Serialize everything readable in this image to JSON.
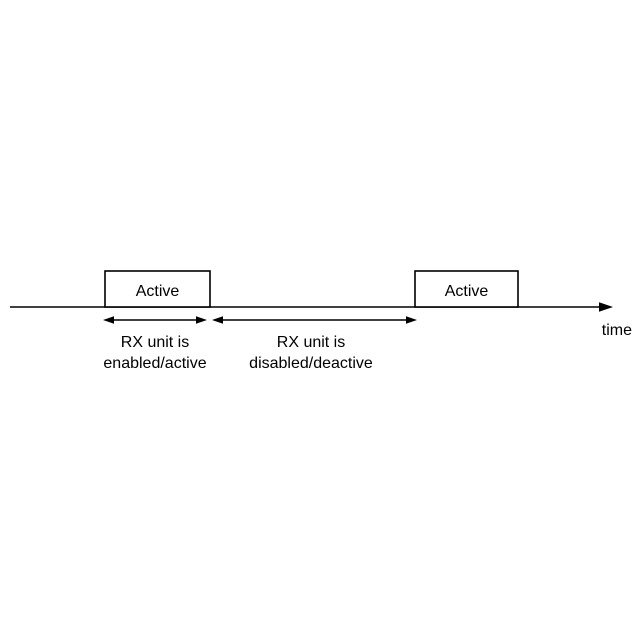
{
  "diagram": {
    "type": "timing-diagram",
    "background_color": "#ffffff",
    "line_color": "#000000",
    "axis": {
      "label": "time"
    },
    "boxes": [
      {
        "label": "Active"
      },
      {
        "label": "Active"
      }
    ],
    "intervals": [
      {
        "line1": "RX unit is",
        "line2": "enabled/active"
      },
      {
        "line1": "RX unit is",
        "line2": "disabled/deactive"
      }
    ]
  }
}
